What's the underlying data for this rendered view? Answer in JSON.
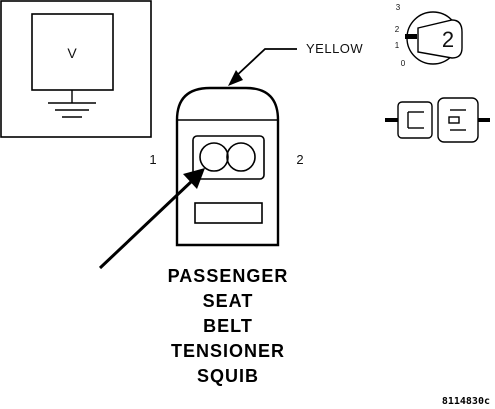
{
  "meter": {
    "symbol": "V"
  },
  "wire_color_label": "YELLOW",
  "pins": {
    "left": "1",
    "right": "2"
  },
  "title_lines": [
    "PASSENGER",
    "SEAT",
    "BELT",
    "TENSIONER",
    "SQUIB"
  ],
  "ignition_switch": {
    "positions": [
      "3",
      "2",
      "1",
      "0"
    ],
    "selected": "2"
  },
  "figure_code": "8114830c",
  "icons": {
    "meter": "voltmeter-icon",
    "ground": "ground-icon",
    "ignition": "ignition-key-icon",
    "connector": "disconnected-connector-icon"
  }
}
